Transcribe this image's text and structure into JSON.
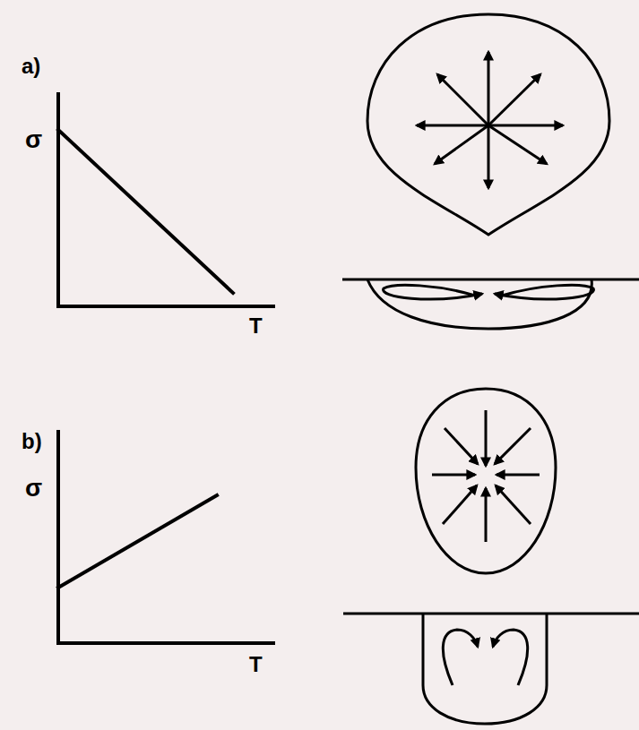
{
  "diagram": {
    "labels": [
      "a)",
      "σ",
      "T",
      "b)",
      "σ",
      "T"
    ]
  }
}
